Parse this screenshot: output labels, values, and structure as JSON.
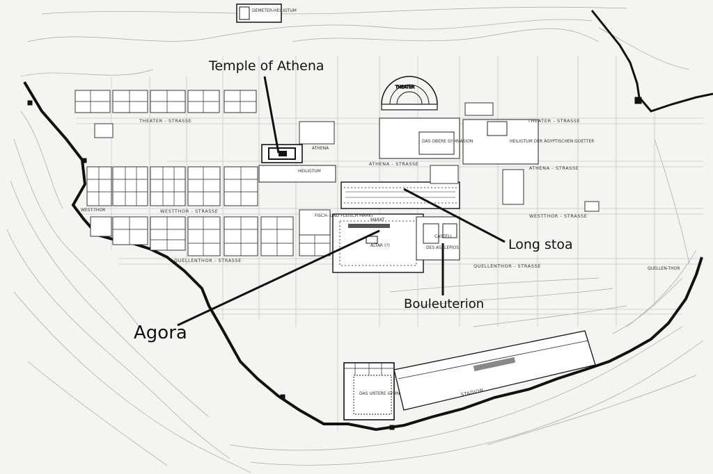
{
  "callouts": {
    "temple": "Temple of Athena",
    "stoa": "Long stoa",
    "bouleuterion": "Bouleuterion",
    "agora": "Agora"
  },
  "streets": {
    "theater_left": "THEATER - STRASSE",
    "theater_right": "THEATER - STRASSE",
    "athena": "ATHENA - STRASSE",
    "athena_right": "ATHENA - STRASSE",
    "westthor_left": "WESTTHOR - STRASSE",
    "westthor_right": "WESTTHOR - STRASSE",
    "quellenthor_left": "QUELLENTHOR - STRASSE",
    "quellenthor_right": "QUELLENTHOR - STRASSE"
  },
  "labels": {
    "demeter": "DEMETER-HEILIGTUM",
    "theater": "THEATER",
    "athena": "ATHENA",
    "heiligtum": "HEILIGTUM",
    "markt": "MARKT",
    "altar": "ALTAR (?)",
    "stadion": "STADION",
    "gymnasion": "DAS UNTERE GYMNASION",
    "obere": "DAS OBERE GYMNASION",
    "westthor": "WEST-THOR",
    "quellenthor": "QUELLEN-THOR",
    "aegypt": "HEILIGTUM DER ÄGYPTISCHEN GOETTER",
    "castell": "CASTELL",
    "asklepios": "DES ASKLEPIOS",
    "fisch": "FISCH- UND FLEISCH MARKT"
  },
  "colors": {
    "ink": "#111111",
    "paper": "#f4f4f2",
    "contour": "#9a9a98",
    "grid": "#c4c4c2"
  }
}
